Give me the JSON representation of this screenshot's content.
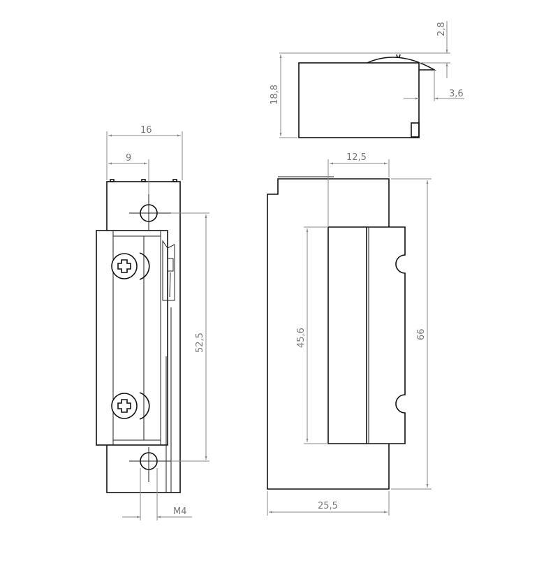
{
  "drawing": {
    "top_view": {
      "height_label": "18,8",
      "cap_label": "2,8",
      "offset_label": "3,6"
    },
    "side_view": {
      "width_label": "16",
      "hole_offset_label": "9",
      "hole_spacing_label": "52,5",
      "screw_label": "M4"
    },
    "front_view": {
      "inner_width_label": "12,5",
      "total_height_label": "66",
      "inner_height_label": "45,6",
      "total_width_label": "25,5"
    }
  }
}
